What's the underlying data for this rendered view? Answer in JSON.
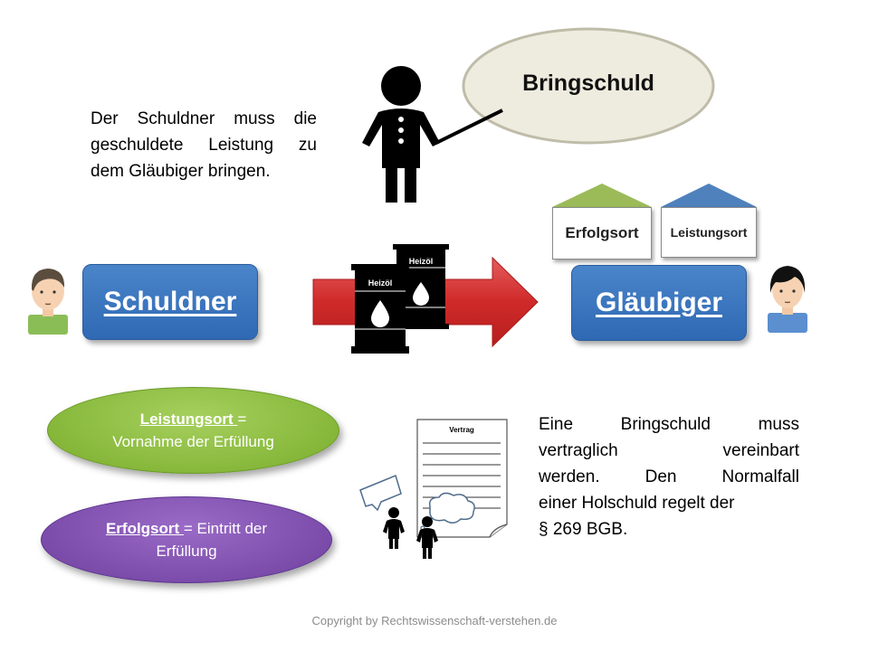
{
  "intro": {
    "lines": [
      "Der Schuldner muss die",
      "geschuldete Leistung zu",
      "dem Gläubiger bringen."
    ]
  },
  "bubble": {
    "label": "Bringschuld"
  },
  "houses": {
    "erfolgsort": "Erfolgsort",
    "leistungsort": "Leistungsort"
  },
  "roles": {
    "schuldner": "Schuldner",
    "glaeubiger": "Gläubiger"
  },
  "barrels": {
    "label": "Heizöl"
  },
  "definitions": {
    "leistungsort_term": "Leistungsort ",
    "leistungsort_rest": " =",
    "leistungsort_desc": "Vornahme der Erfüllung",
    "erfolgsort_term": "Erfolgsort ",
    "erfolgsort_rest": " = Eintritt der",
    "erfolgsort_desc": "Erfüllung"
  },
  "contract": {
    "title": "Vertrag"
  },
  "note": {
    "lines": [
      "Eine Bringschuld muss",
      "vertraglich vereinbart",
      "werden. Den Normalfall",
      "einer Holschuld regelt der",
      "§ 269 BGB."
    ]
  },
  "footer": {
    "copyright": "Copyright by Rechtswissenschaft-verstehen.de"
  },
  "colors": {
    "blue": "#3a75bf",
    "green": "#8bbd3f",
    "purple": "#7d4eac",
    "arrow": "#d63030",
    "roof_green": "#9bbb59",
    "roof_blue": "#4f81bd"
  }
}
